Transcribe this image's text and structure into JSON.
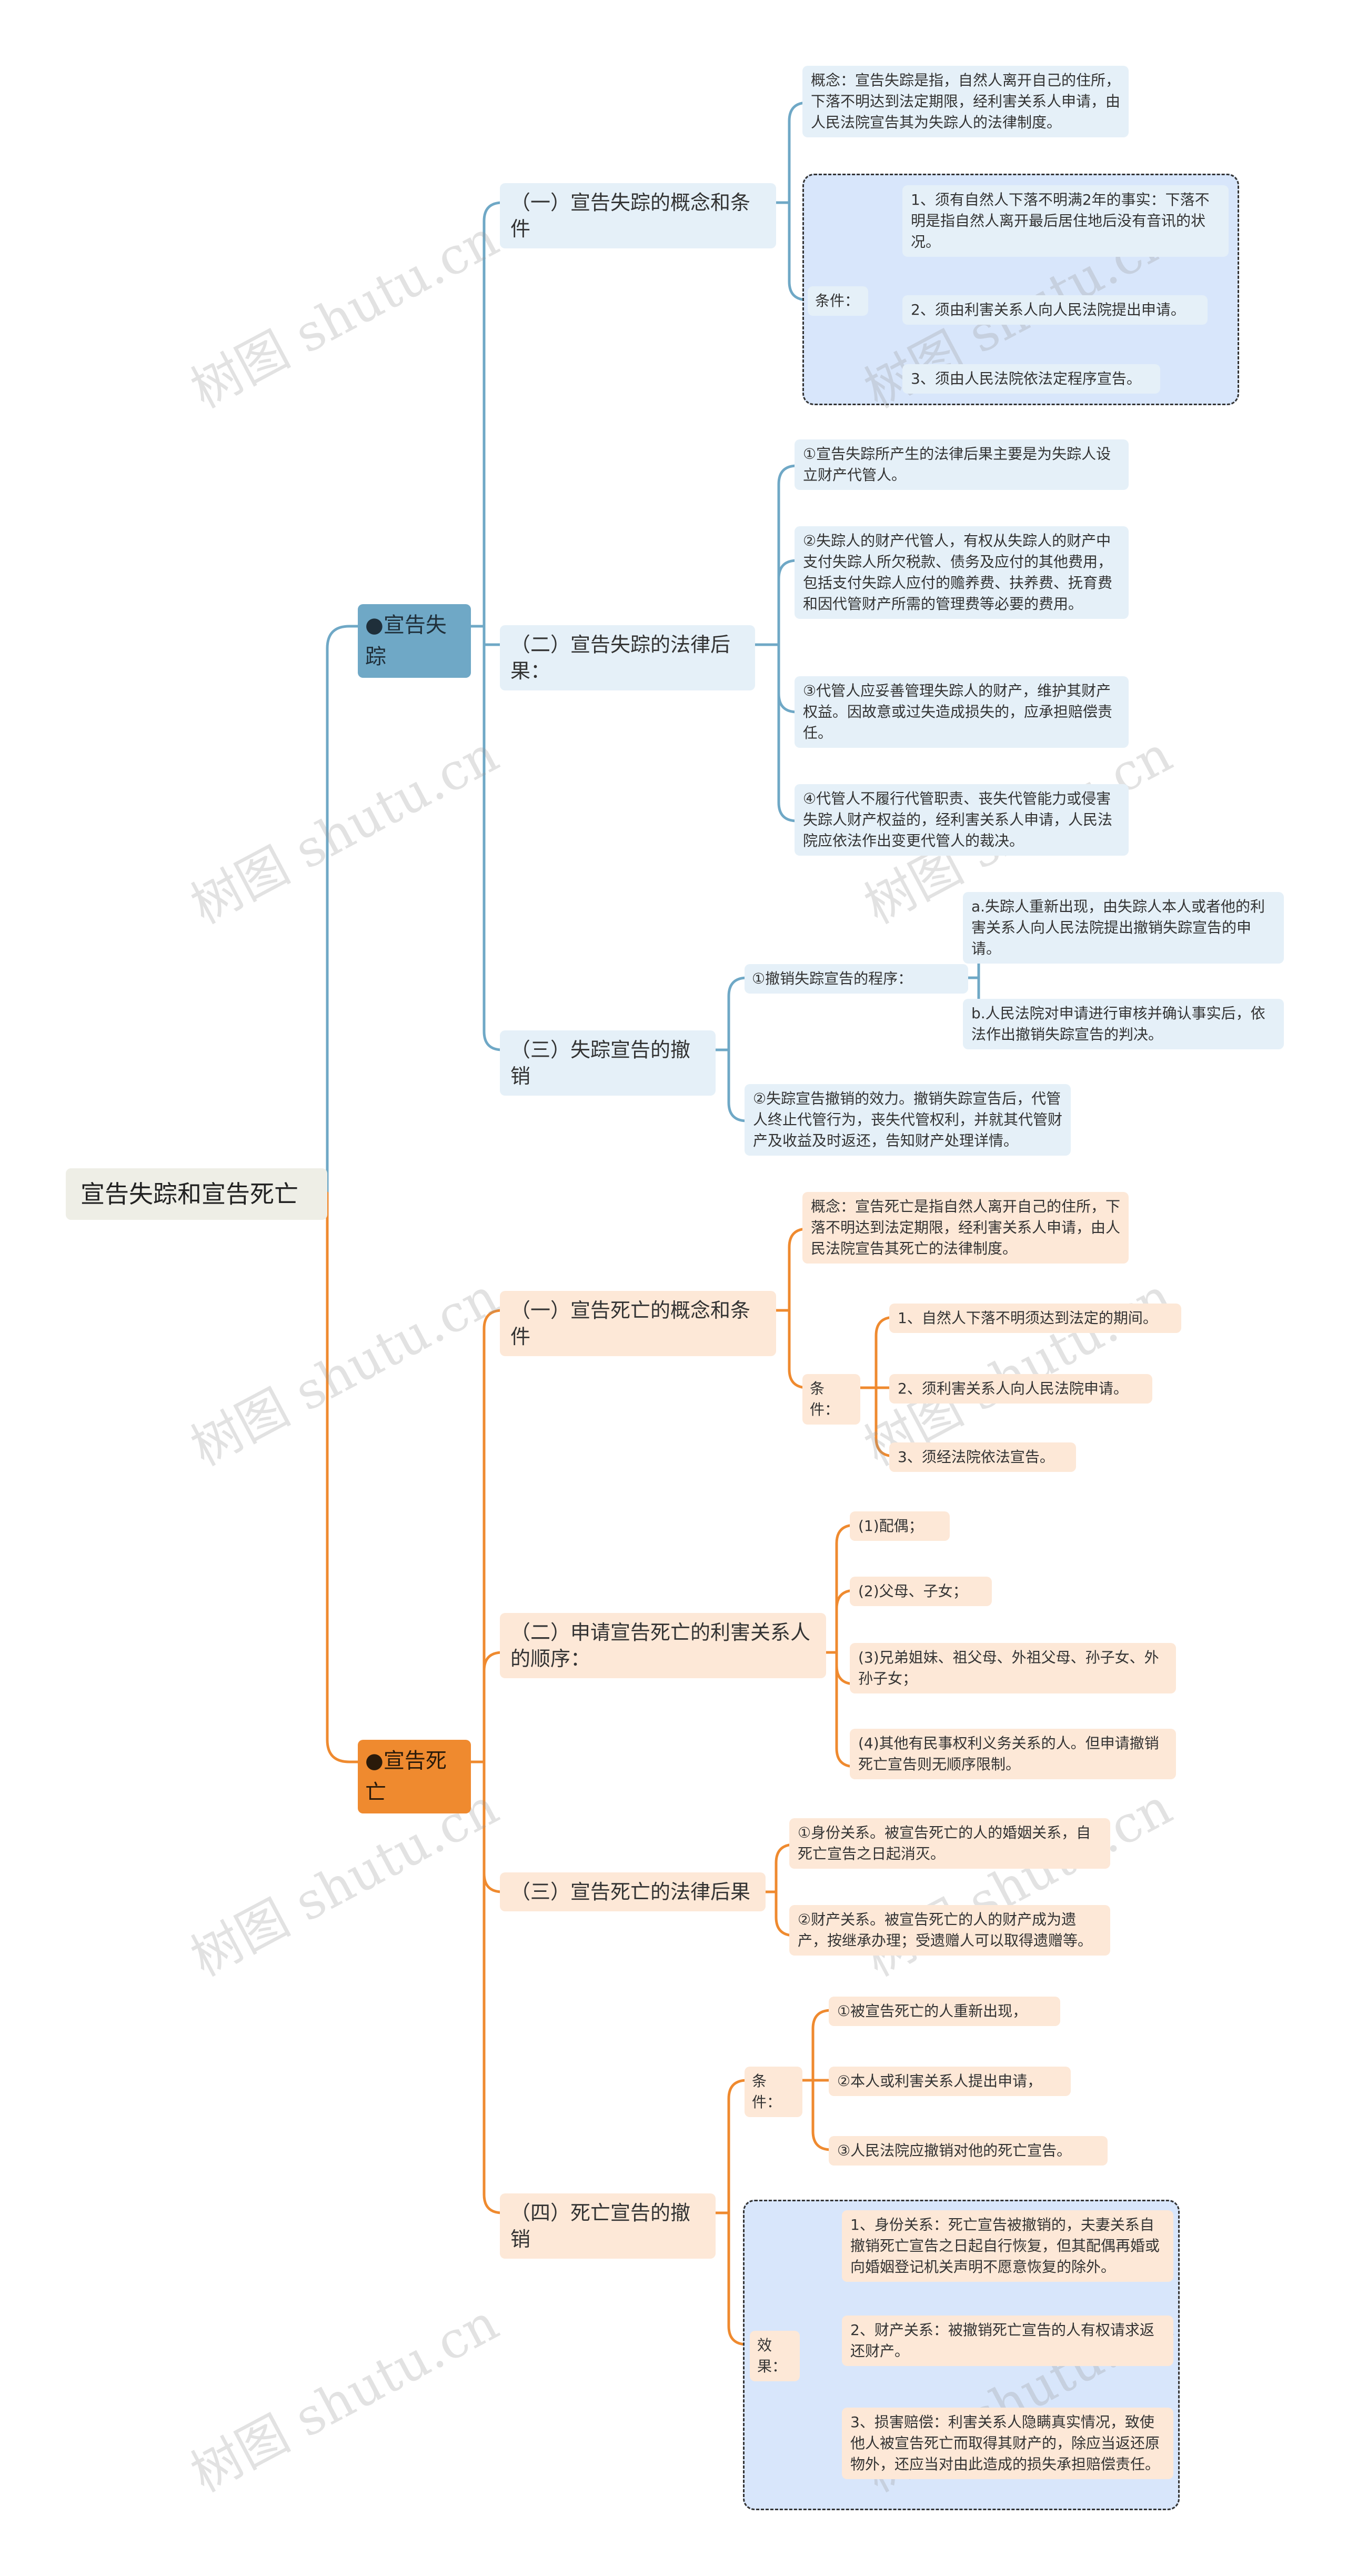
{
  "colors": {
    "blue": "#6fa8c6",
    "orange": "#ef8a2f",
    "blue_fill": "#e5f0f8",
    "orange_fill": "#fde8d7",
    "group_fill": "#d8e6fb"
  },
  "root": "宣告失踪和宣告死亡",
  "watermark": "树图 shutu.cn",
  "blue": {
    "hub": "●宣告失踪",
    "sec1": {
      "title": "（一）宣告失踪的概念和条件",
      "concept": "概念：宣告失踪是指，自然人离开自己的住所，下落不明达到法定期限，经利害关系人申请，由人民法院宣告其为失踪人的法律制度。",
      "cond_label": "条件：",
      "conds": [
        "1、须有自然人下落不明满2年的事实：下落不明是指自然人离开最后居住地后没有音讯的状况。",
        "2、须由利害关系人向人民法院提出申请。",
        "3、须由人民法院依法定程序宣告。"
      ]
    },
    "sec2": {
      "title": "（二）宣告失踪的法律后果：",
      "items": [
        "①宣告失踪所产生的法律后果主要是为失踪人设立财产代管人。",
        "②失踪人的财产代管人，有权从失踪人的财产中支付失踪人所欠税款、债务及应付的其他费用，包括支付失踪人应付的赡养费、扶养费、抚育费和因代管财产所需的管理费等必要的费用。",
        "③代管人应妥善管理失踪人的财产，维护其财产权益。因故意或过失造成损失的，应承担赔偿责任。",
        "④代管人不履行代管职责、丧失代管能力或侵害失踪人财产权益的，经利害关系人申请，人民法院应依法作出变更代管人的裁决。"
      ]
    },
    "sec3": {
      "title": "（三）失踪宣告的撤销",
      "proc_label": "①撤销失踪宣告的程序：",
      "procs": [
        "a.失踪人重新出现，由失踪人本人或者他的利害关系人向人民法院提出撤销失踪宣告的申请。",
        "b.人民法院对申请进行审核并确认事实后，依法作出撤销失踪宣告的判决。"
      ],
      "effect": "②失踪宣告撤销的效力。撤销失踪宣告后，代管人终止代管行为，丧失代管权利，并就其代管财产及收益及时返还，告知财产处理详情。"
    }
  },
  "orange": {
    "hub": "●宣告死亡",
    "sec1": {
      "title": "（一）宣告死亡的概念和条件",
      "concept": "概念：宣告死亡是指自然人离开自己的住所，下落不明达到法定期限，经利害关系人申请，由人民法院宣告其死亡的法律制度。",
      "cond_label": "条件：",
      "conds": [
        "1、自然人下落不明须达到法定的期间。",
        "2、须利害关系人向人民法院申请。",
        "3、须经法院依法宣告。"
      ]
    },
    "sec2": {
      "title": "（二）申请宣告死亡的利害关系人的顺序：",
      "items": [
        "(1)配偶；",
        "(2)父母、子女；",
        "(3)兄弟姐妹、祖父母、外祖父母、孙子女、外孙子女；",
        "(4)其他有民事权利义务关系的人。但申请撤销死亡宣告则无顺序限制。"
      ]
    },
    "sec3": {
      "title": "（三）宣告死亡的法律后果",
      "items": [
        "①身份关系。被宣告死亡的人的婚姻关系，自死亡宣告之日起消灭。",
        "②财产关系。被宣告死亡的人的财产成为遗产，按继承办理；受遗赠人可以取得遗赠等。"
      ]
    },
    "sec4": {
      "title": "（四）死亡宣告的撤销",
      "cond_label": "条件：",
      "conds": [
        "①被宣告死亡的人重新出现，",
        "②本人或利害关系人提出申请，",
        "③人民法院应撤销对他的死亡宣告。"
      ],
      "effect_label": "效果：",
      "effects": [
        "1、身份关系：死亡宣告被撤销的，夫妻关系自撤销死亡宣告之日起自行恢复，但其配偶再婚或向婚姻登记机关声明不愿意恢复的除外。",
        "2、财产关系：被撤销死亡宣告的人有权请求返还财产。",
        "3、损害赔偿：利害关系人隐瞒真实情况，致使他人被宣告死亡而取得其财产的，除应当返还原物外，还应当对由此造成的损失承担赔偿责任。"
      ]
    }
  }
}
